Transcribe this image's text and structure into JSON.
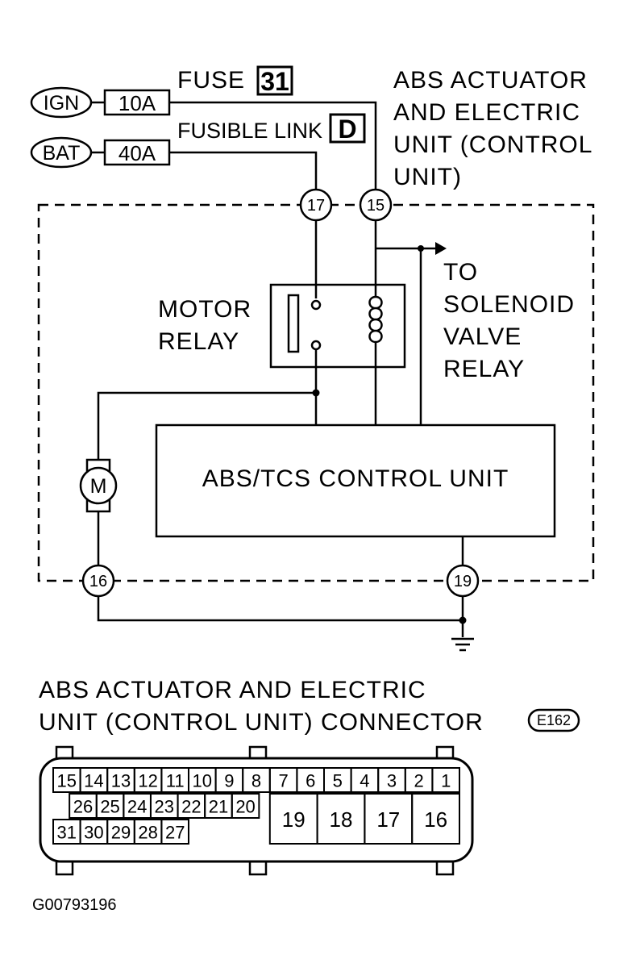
{
  "diagram": {
    "sources": {
      "ign": {
        "label": "IGN",
        "fuse_rating": "10A"
      },
      "bat": {
        "label": "BAT",
        "fuse_rating": "40A"
      }
    },
    "fuse": {
      "label": "FUSE",
      "number": "31"
    },
    "fusible_link": {
      "label": "FUSIBLE LINK",
      "letter": "D"
    },
    "unit_title": [
      "ABS ACTUATOR",
      "AND ELECTRIC",
      "UNIT (CONTROL",
      "UNIT)"
    ],
    "motor_relay": [
      "MOTOR",
      "RELAY"
    ],
    "solenoid": [
      "TO",
      "SOLENOID",
      "VALVE",
      "RELAY"
    ],
    "control_unit": "ABS/TCS CONTROL UNIT",
    "motor": "M",
    "terminals": {
      "t17": "17",
      "t15": "15",
      "t16": "16",
      "t19": "19"
    },
    "connector": {
      "title": [
        "ABS ACTUATOR AND ELECTRIC",
        "UNIT (CONTROL UNIT) CONNECTOR"
      ],
      "id": "E162",
      "row1": [
        "15",
        "14",
        "13",
        "12",
        "11",
        "10",
        "9",
        "8",
        "7",
        "6",
        "5",
        "4",
        "3",
        "2",
        "1"
      ],
      "row2": [
        "26",
        "25",
        "24",
        "23",
        "22",
        "21",
        "20"
      ],
      "row3": [
        "31",
        "30",
        "29",
        "28",
        "27"
      ],
      "big": [
        "19",
        "18",
        "17",
        "16"
      ]
    },
    "figure_ref": "G00793196"
  }
}
